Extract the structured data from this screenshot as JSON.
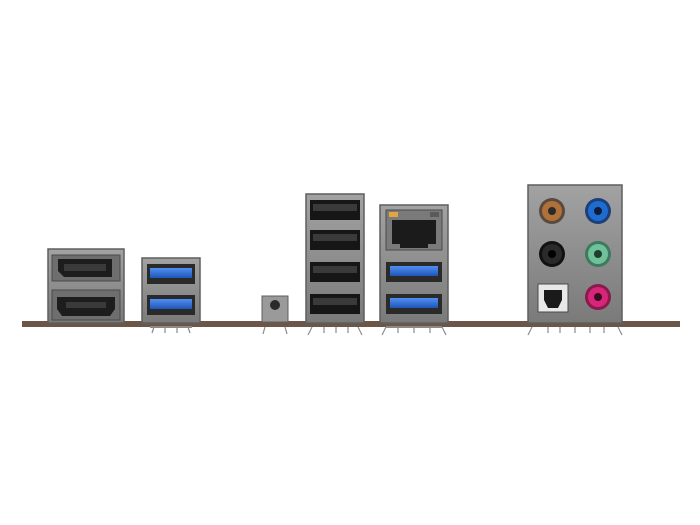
{
  "scene": {
    "background": "#ffffff",
    "pcb_color": "#6b5648",
    "shield_color": "#8c8c8c",
    "shield_dark": "#5e5e5e",
    "usb3_blue": "#2f6fd6",
    "usb2_black": "#1a1a1a",
    "text_visible": false
  },
  "connectors": [
    {
      "kind": "displayport",
      "icon": "displayport-icon"
    },
    {
      "kind": "hdmi",
      "icon": "hdmi-icon"
    },
    {
      "kind": "usb3",
      "count": 2,
      "color": "#2f6fd6",
      "icon": "usb-icon"
    },
    {
      "kind": "button",
      "icon": "clear-cmos-button-icon"
    },
    {
      "kind": "usb2",
      "count": 4,
      "color": "#1a1a1a",
      "icon": "usb-icon"
    },
    {
      "kind": "rj45",
      "icon": "ethernet-icon"
    },
    {
      "kind": "usb3",
      "count": 2,
      "color": "#2f6fd6",
      "icon": "usb-icon"
    },
    {
      "kind": "audio-jacks",
      "colors": [
        "#b0703a",
        "#1f6cd1",
        "#2a2a2a",
        "#6fc19a",
        "#d7267a"
      ],
      "icon": "audio-jack-icon"
    },
    {
      "kind": "optical-spdif",
      "icon": "optical-icon"
    }
  ]
}
